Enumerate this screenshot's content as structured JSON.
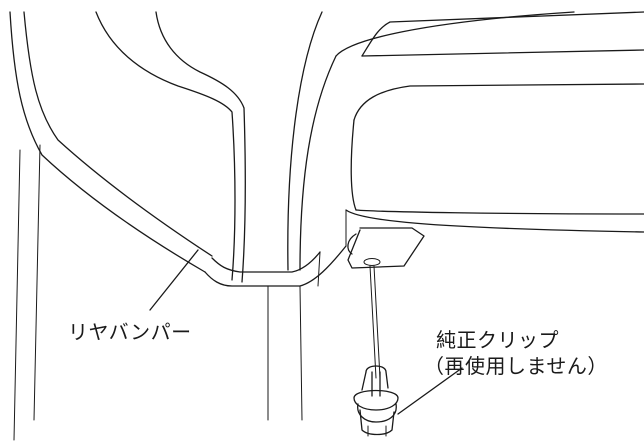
{
  "labels": {
    "rear_bumper": "リヤバンパー",
    "clip_name": "純正クリップ",
    "clip_note": "（再使用しません）"
  },
  "colors": {
    "line": "#1a1a1a",
    "background": "#ffffff"
  }
}
